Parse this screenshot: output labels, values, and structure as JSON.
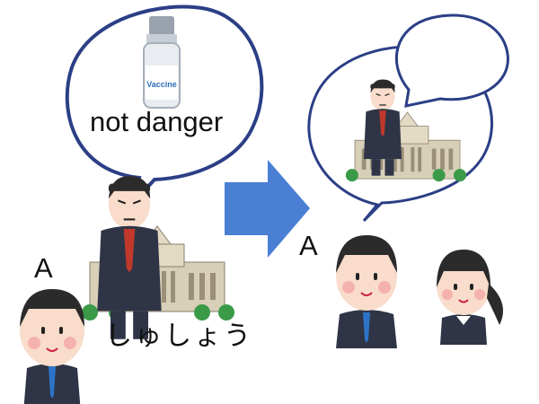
{
  "texts": {
    "not_danger": "not danger",
    "person_a_left": "A",
    "person_a_right": "A",
    "shusho": "しゅしょう",
    "vaccine": "Vaccine"
  },
  "colors": {
    "bubble_stroke": "#2b3f86",
    "arrow": "#4a7fd4",
    "suit": "#2f3546",
    "tie": "#c0392b",
    "blue_tie": "#2d74c8",
    "skin": "#f9dccb",
    "cheek": "#f4a6a6",
    "hair": "#2b2b2b",
    "building": "#d8cfb9",
    "bush": "#3a9a48"
  },
  "icons": [
    "speech-bubble-icon",
    "vaccine-vial-icon",
    "arrow-right-icon",
    "politician-icon",
    "diet-building-icon",
    "student-icon"
  ]
}
